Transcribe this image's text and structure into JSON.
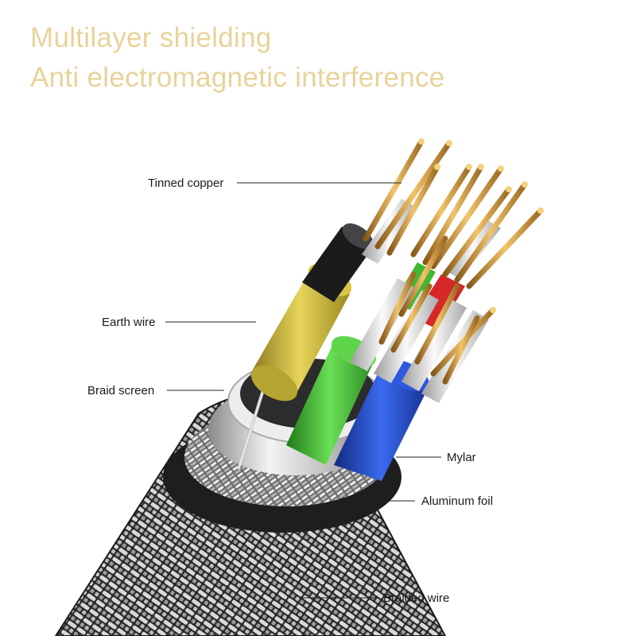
{
  "headline": {
    "line1": "Multilayer shielding",
    "line2": "Anti electromagnetic interference"
  },
  "labels": {
    "tinned_copper": "Tinned copper",
    "earth_wire": "Earth wire",
    "braid_screen": "Braid screen",
    "mylar": "Mylar",
    "aluminum_foil": "Aluminum foil",
    "braided_wire": "Braided wire"
  },
  "colors": {
    "headline": "#e9d39b",
    "copper": "#c99a3c",
    "yellow_core": "#c8b43a",
    "green_core": "#4cc23a",
    "blue_core": "#1f45c8",
    "red_core": "#d62828",
    "jacket": "#2b2b2b"
  }
}
